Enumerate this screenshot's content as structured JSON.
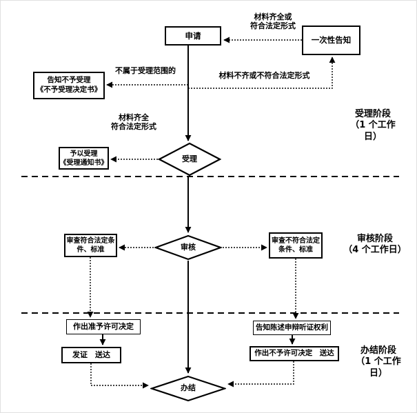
{
  "flowchart": {
    "nodes": {
      "apply": "申请",
      "one_time_notice": "一次性告知",
      "reject_notice_line1": "告知不予受理",
      "reject_notice_line2": "《不予受理决定书》",
      "accept": "受理",
      "grant_accept_line1": "予以受理",
      "grant_accept_line2": "《受理通知书》",
      "review_pass_line1": "审查符合法定条",
      "review_pass_line2": "件、标准",
      "review": "审核",
      "review_fail_line1": "审查不符合法定",
      "review_fail_line2": "条件、标准",
      "grant_decision": "作出准予许可决定",
      "issue_deliver": "发证　送达",
      "notify_rights": "告知陈述申辩听证权利",
      "deny_decision": "作出不予许可决定　送达",
      "complete": "办结"
    },
    "edge_labels": {
      "materials_ok_top_line1": "材料齐全或",
      "materials_ok_top_line2": "符合法定形式",
      "not_in_scope": "不属于受理范围的",
      "materials_incomplete": "材料不齐或不符合法定形式",
      "materials_ok_line1": "材料齐全",
      "materials_ok_line2": "符合法定形式"
    },
    "stages": [
      {
        "line1": "受理阶段",
        "line2": "（1 个工作",
        "line3": "日）"
      },
      {
        "line1": "审核阶段",
        "line2": "（4 个工作日）",
        "line3": ""
      },
      {
        "line1": "办结阶段",
        "line2": "（1 个工作",
        "line3": "日）"
      }
    ],
    "colors": {
      "line": "#000000",
      "background": "#ffffff"
    }
  }
}
